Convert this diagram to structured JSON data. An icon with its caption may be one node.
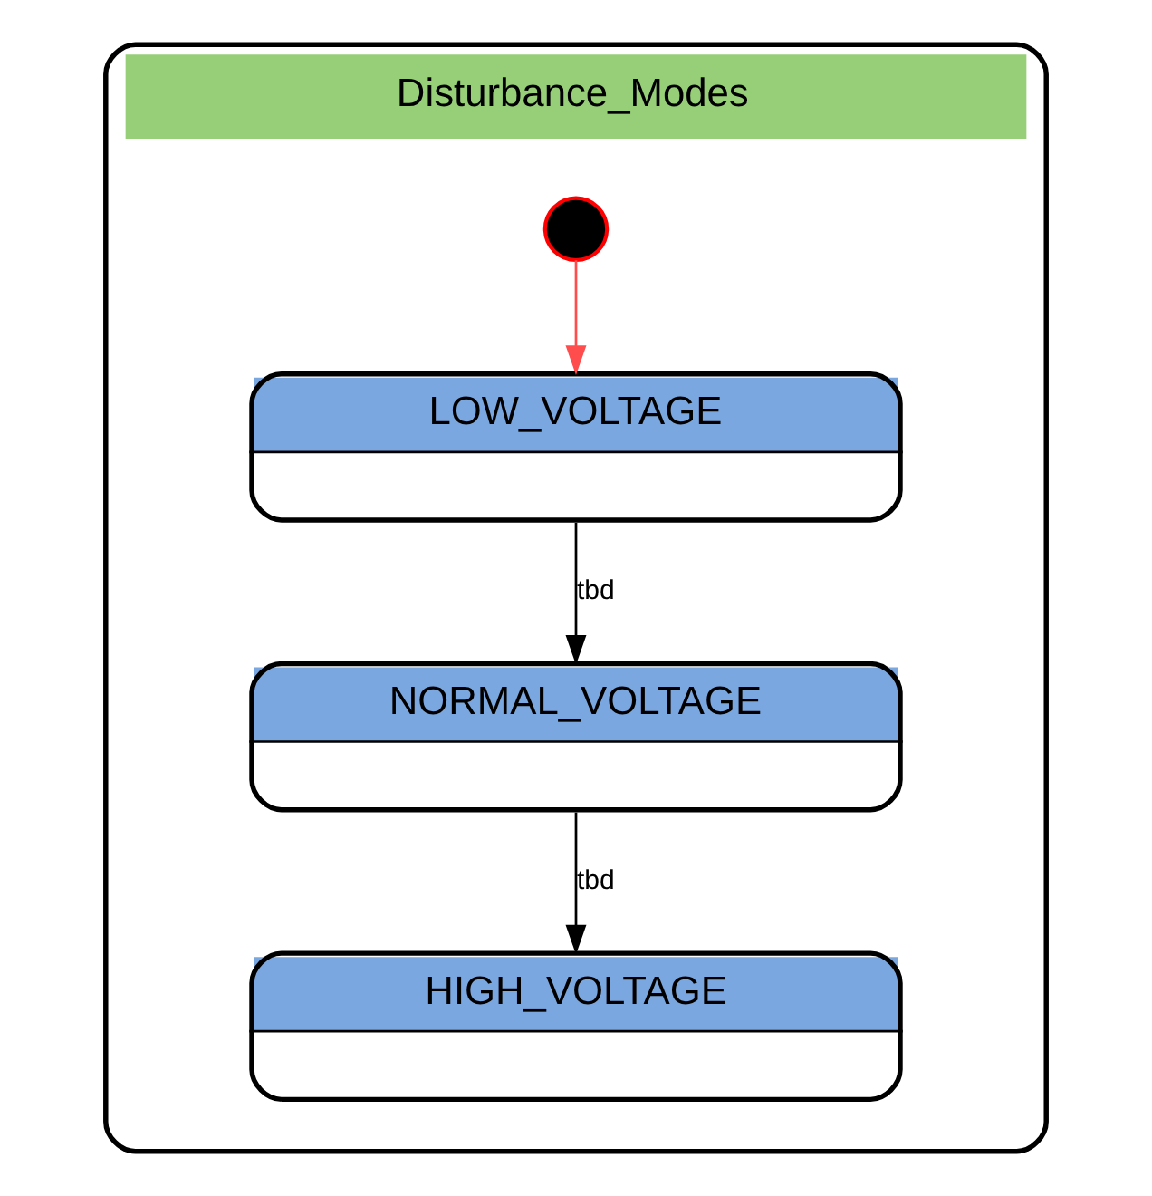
{
  "diagram": {
    "nodes": [
      {
        "text": [
          "Disturbance_Modes"
        ]
      },
      {
        "text": [],
        "shape": "circle",
        "in": 0
      },
      {
        "text": [
          "LOW_VOLTAGE"
        ],
        "in": 0
      },
      {
        "text": [
          "NORMAL_VOLTAGE"
        ],
        "in": 0
      },
      {
        "text": [
          "HIGH_VOLTAGE"
        ],
        "in": 0
      }
    ],
    "edges": [
      {
        "from": 1,
        "to": 2,
        "arrow": "to",
        "color": "#ff4d4d"
      },
      {
        "from": 2,
        "to": 3,
        "arrow": "to",
        "label": "tbd"
      },
      {
        "from": 3,
        "to": 4,
        "arrow": "to",
        "label": "tbd"
      }
    ]
  }
}
